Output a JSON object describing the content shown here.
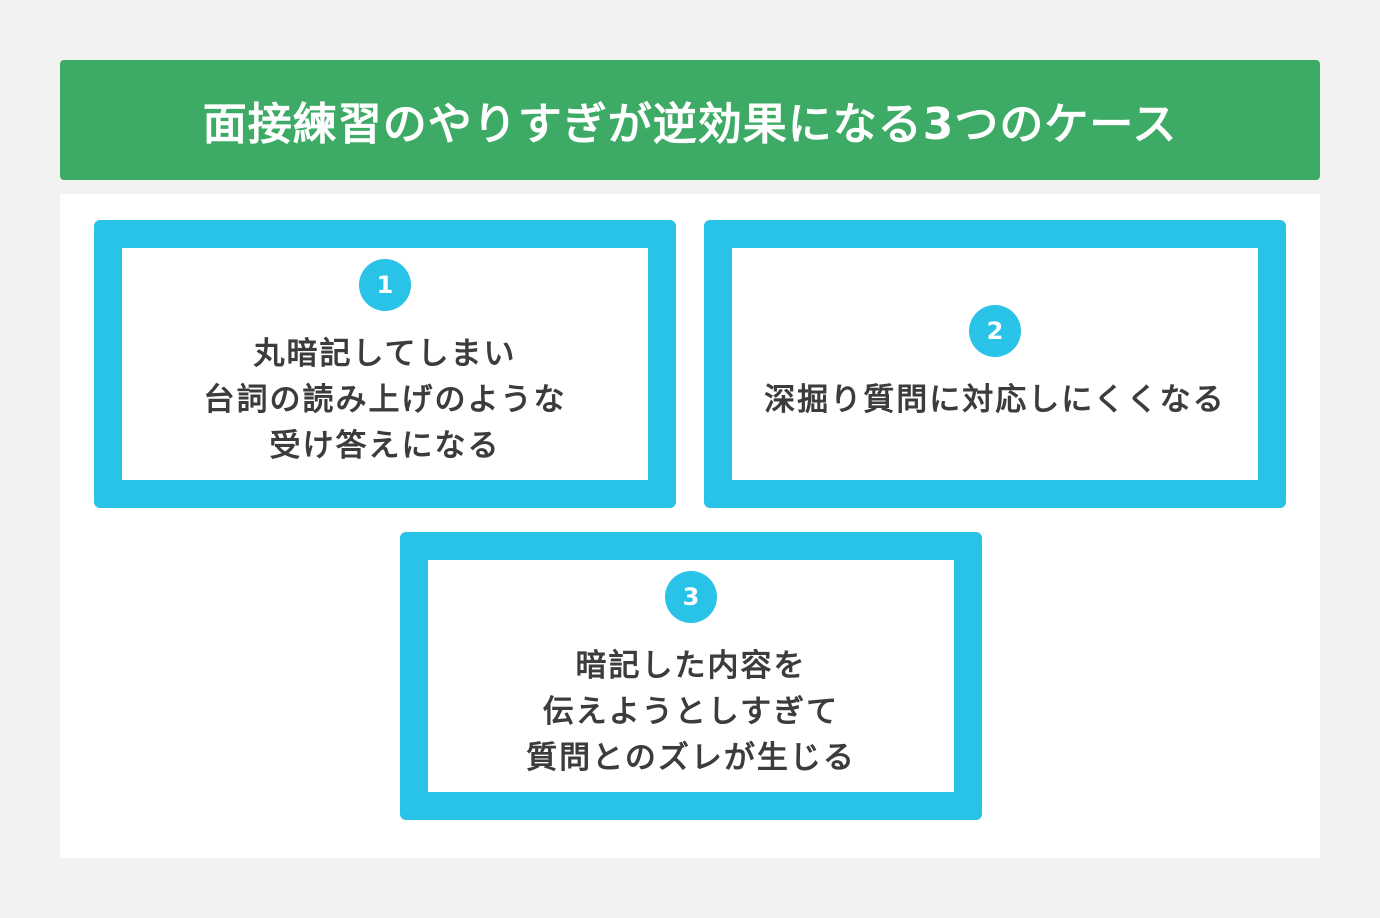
{
  "header": {
    "title": "面接練習のやりすぎが逆効果になる3つのケース"
  },
  "colors": {
    "header_bg": "#3dab65",
    "card_border": "#29c3e8",
    "background": "#f2f2f2",
    "text": "#3c3c3c"
  },
  "cards": [
    {
      "number": "1",
      "lines": [
        "丸暗記してしまい",
        "台詞の読み上げのような",
        "受け答えになる"
      ]
    },
    {
      "number": "2",
      "lines": [
        "深掘り質問に対応しにくくなる"
      ]
    },
    {
      "number": "3",
      "lines": [
        "暗記した内容を",
        "伝えようとしすぎて",
        "質問とのズレが生じる"
      ]
    }
  ]
}
